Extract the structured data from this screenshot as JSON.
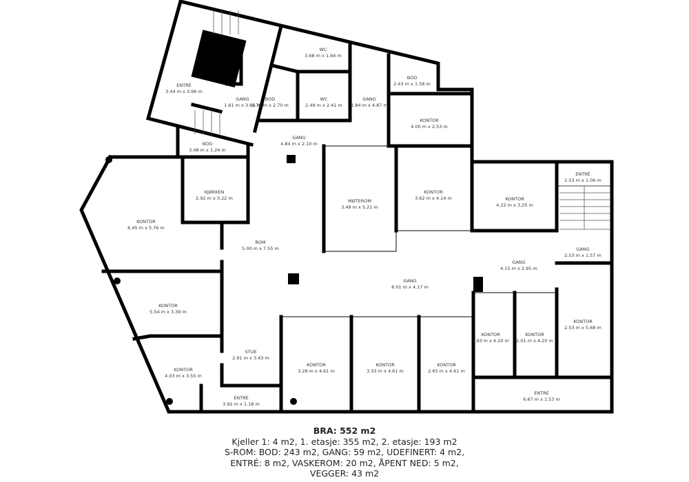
{
  "rooms": [
    {
      "name": "ENTRÉ",
      "dims": "3.44 m x 3.96 m"
    },
    {
      "name": "GANG",
      "dims": "1.61 m x 3.84 m"
    },
    {
      "name": "WC",
      "dims": "3.68 m x 1.94 m"
    },
    {
      "name": "BOD",
      "dims": "1.76 m x 2.70 m"
    },
    {
      "name": "WC",
      "dims": "2.49 m x 2.41 m"
    },
    {
      "name": "GANG",
      "dims": "1.84 m x 4.87 m"
    },
    {
      "name": "BOD",
      "dims": "2.43 m x 1.58 m"
    },
    {
      "name": "KONTOR",
      "dims": "4.00 m x 2.53 m"
    },
    {
      "name": "BOD",
      "dims": "3.48 m x 1.24 m"
    },
    {
      "name": "GANG",
      "dims": "4.84 m x 2.10 m"
    },
    {
      "name": "KJØKKEN",
      "dims": "2.92 m x 3.22 m"
    },
    {
      "name": "KONTOR",
      "dims": "6.45 m x 5.76 m"
    },
    {
      "name": "MØTEROM",
      "dims": "3.49 m x 5.21 m"
    },
    {
      "name": "KONTOR",
      "dims": "3.62 m x 4.14 m"
    },
    {
      "name": "KONTOR",
      "dims": "4.22 m x 3.25 m"
    },
    {
      "name": "ENTRÉ",
      "dims": "2.53 m x 1.06 m"
    },
    {
      "name": "GANG",
      "dims": "2.53 m x 1.57 m"
    },
    {
      "name": "ROM",
      "dims": "5.00 m x 7.55 m"
    },
    {
      "name": "GANG",
      "dims": "4.15 m x 2.95 m"
    },
    {
      "name": "GANG",
      "dims": "8.01 m x 4.17 m"
    },
    {
      "name": "KONTOR",
      "dims": "5.54 m x 3.39 m"
    },
    {
      "name": "KONTOR",
      "dims": "1.93 m x 4.20 m"
    },
    {
      "name": "KONTOR",
      "dims": "2.01 m x 4.20 m"
    },
    {
      "name": "KONTOR",
      "dims": "2.53 m x 5.68 m"
    },
    {
      "name": "STUE",
      "dims": "2.91 m x 3.43 m"
    },
    {
      "name": "KONTOR",
      "dims": "3.28 m x 4.61 m"
    },
    {
      "name": "KONTOR",
      "dims": "3.33 m x 4.61 m"
    },
    {
      "name": "KONTOR",
      "dims": "2.65 m x 4.61 m"
    },
    {
      "name": "KONTOR",
      "dims": "4.03 m x 3.55 m"
    },
    {
      "name": "ENTRÉ",
      "dims": "3.92 m x 1.18 m"
    },
    {
      "name": "ENTRÉ",
      "dims": "6.67 m x 1.53 m"
    }
  ],
  "summary": {
    "bra": "BRA: 552 m2",
    "line1": "Kjeller 1: 4 m2, 1. etasje: 355 m2, 2. etasje: 193 m2",
    "line2": "S-ROM: BOD: 243 m2, GANG: 59 m2, UDEFINERT: 4 m2,",
    "line3": "ENTRÉ: 8 m2, VASKEROM: 20 m2, ÅPENT NED: 5 m2,",
    "line4": "VEGGER: 43 m2"
  },
  "colors": {
    "wall": "#000000",
    "text": "#333333"
  }
}
